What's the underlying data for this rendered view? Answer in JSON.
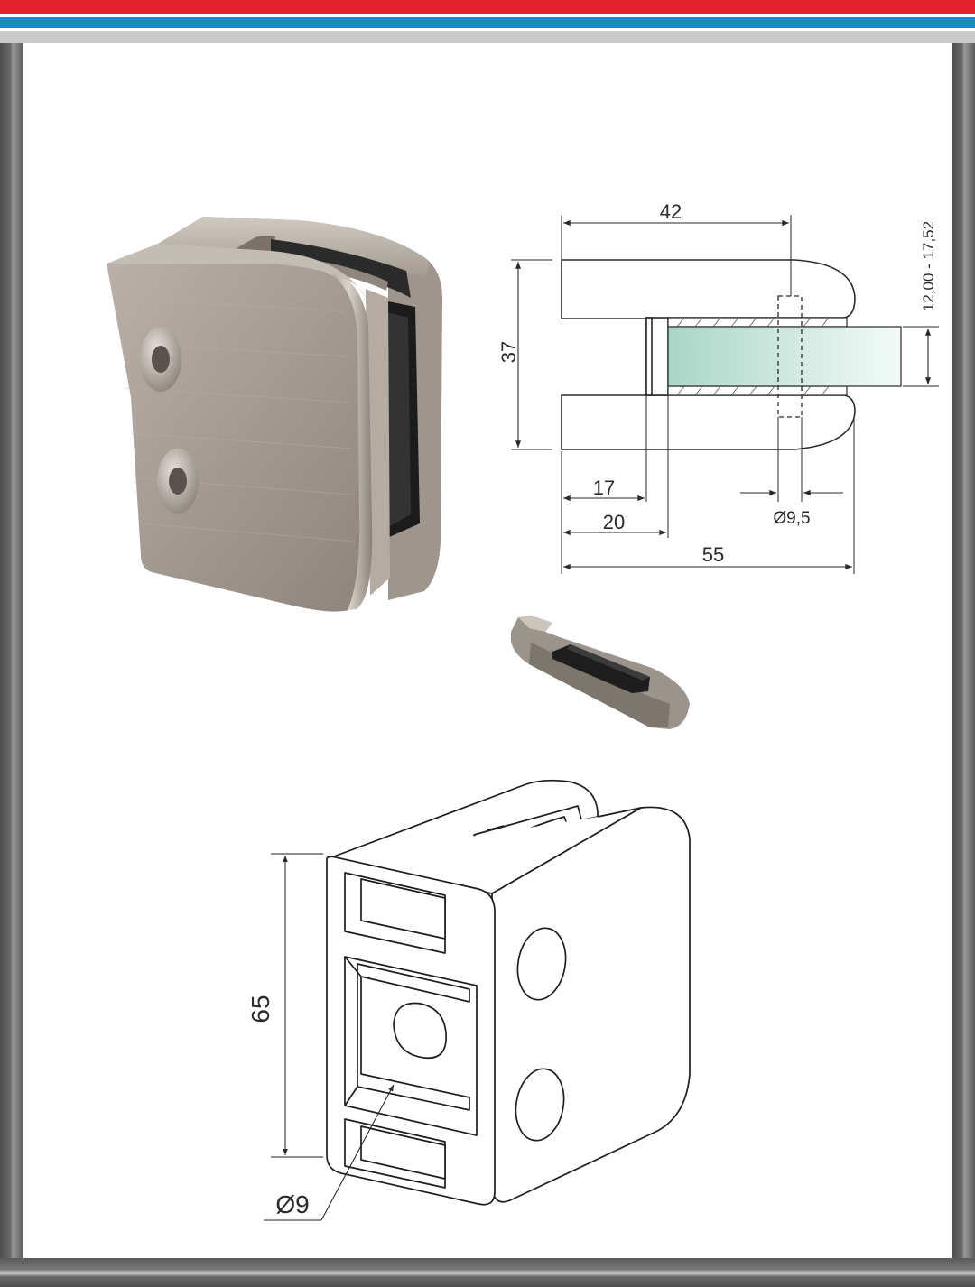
{
  "colors": {
    "stripe_red": "#e3222a",
    "stripe_blue": "#1f86c8",
    "stripe_grey": "#c9c9c9",
    "frame": "#5c5c5c",
    "panel": "#ffffff",
    "metal": "#a79f96",
    "glass": "#cfe8df"
  },
  "drawing": {
    "side_view": {
      "dim_width": "42",
      "dim_height": "37",
      "dim_glass": "12,00 - 17,52",
      "dim_17": "17",
      "dim_20": "20",
      "dim_hole": "Ø9,5",
      "dim_length": "55"
    },
    "iso_view": {
      "dim_height": "65",
      "dim_hole": "Ø9"
    }
  }
}
